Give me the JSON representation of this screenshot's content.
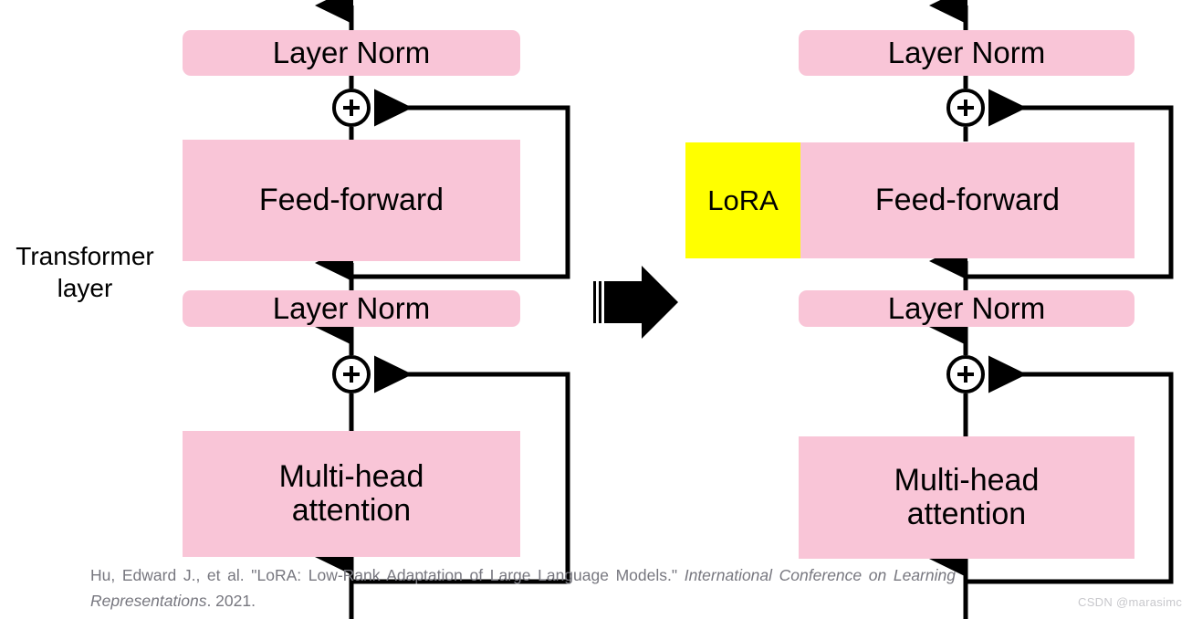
{
  "figure": {
    "title_label": "Transformer layer",
    "side_label_lines": [
      "Transformer",
      "layer"
    ],
    "colors": {
      "block_pink": "#f9c5d7",
      "lora_yellow": "#ffff00",
      "wire_black": "#000000",
      "citation_gray": "#77777f",
      "watermark_gray": "#c8c8cc",
      "background": "#ffffff"
    }
  },
  "left_diagram": {
    "name": "standard-transformer-layer",
    "blocks": {
      "layer_norm_top": "Layer Norm",
      "feed_forward": "Feed-forward",
      "layer_norm_mid": "Layer Norm",
      "multi_head_attention": "Multi-head\nattention",
      "multi_head_attention_line1": "Multi-head",
      "multi_head_attention_line2": "attention"
    },
    "operators": {
      "residual_add_top": "+",
      "residual_add_bottom": "+"
    }
  },
  "transform_arrow": {
    "name": "transforms-into-arrow",
    "direction": "right"
  },
  "right_diagram": {
    "name": "lora-adapted-transformer-layer",
    "blocks": {
      "layer_norm_top": "Layer Norm",
      "lora": "LoRA",
      "feed_forward": "Feed-forward",
      "layer_norm_mid": "Layer Norm",
      "multi_head_attention_line1": "Multi-head",
      "multi_head_attention_line2": "attention"
    },
    "operators": {
      "residual_add_top": "+",
      "residual_add_bottom": "+"
    }
  },
  "citation": {
    "part1": "Hu, Edward J., et al. \"LoRA: Low-Rank Adaptation of Large Language Models.\" ",
    "part2_italic": "International Conference on Learning Representations",
    "part3": ". 2021."
  },
  "watermark": {
    "text": "CSDN @marasimc"
  }
}
